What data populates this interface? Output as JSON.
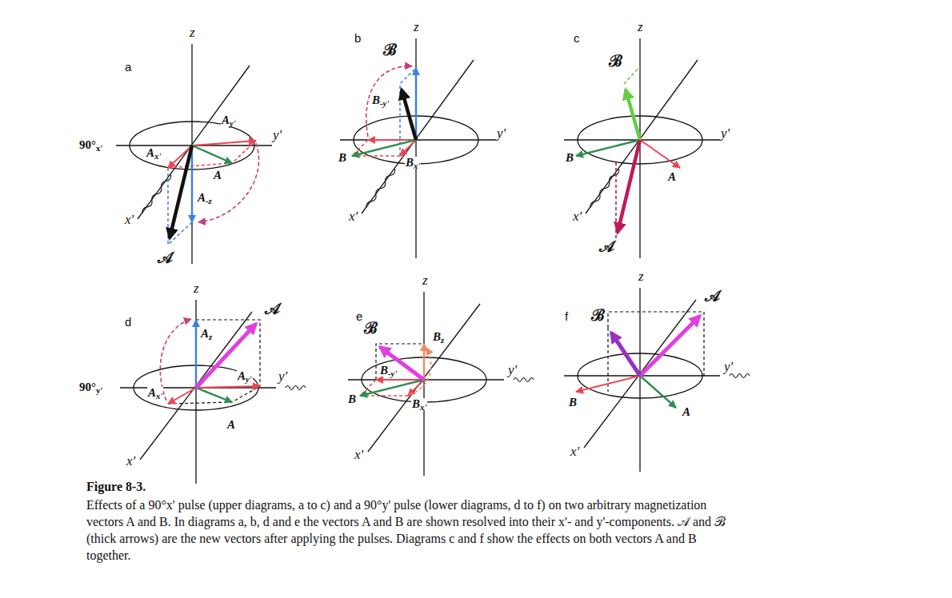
{
  "diagram": {
    "title": "Figure 8-3.",
    "caption": "Effects of a 90°x' pulse (upper diagrams, a to c) and a 90°y' pulse (lower diagrams, d to f) on two arbitrary magnetization vectors A and B. In diagrams a, b, d and e the vectors A and B are shown resolved into their x'- and y'-components. 𝒜 and ℬ (thick arrows) are the new vectors after applying the pulses. Diagrams c and f show the effects on both vectors A and B together.",
    "labels": [
      "a",
      "z",
      "Ay'",
      "90°x'",
      "y'",
      "Ax'",
      "A",
      "A-z",
      "x'",
      "𝒜",
      "b",
      "z",
      "ℬ",
      "B-y'",
      "y'",
      "B",
      "Bx'",
      "x'",
      "c",
      "z",
      "ℬ",
      "y'",
      "B",
      "A",
      "x'",
      "𝒜",
      "d",
      "z",
      "𝒜",
      "Az",
      "90°y'",
      "Ay'",
      "y'",
      "Ax'",
      "A",
      "x'",
      "e",
      "z",
      "ℬ",
      "Bz",
      "B-y'",
      "y'",
      "B",
      "Bx'",
      "x'",
      "f",
      "z",
      "𝒜",
      "ℬ",
      "y'",
      "B",
      "A",
      "x'"
    ]
  }
}
